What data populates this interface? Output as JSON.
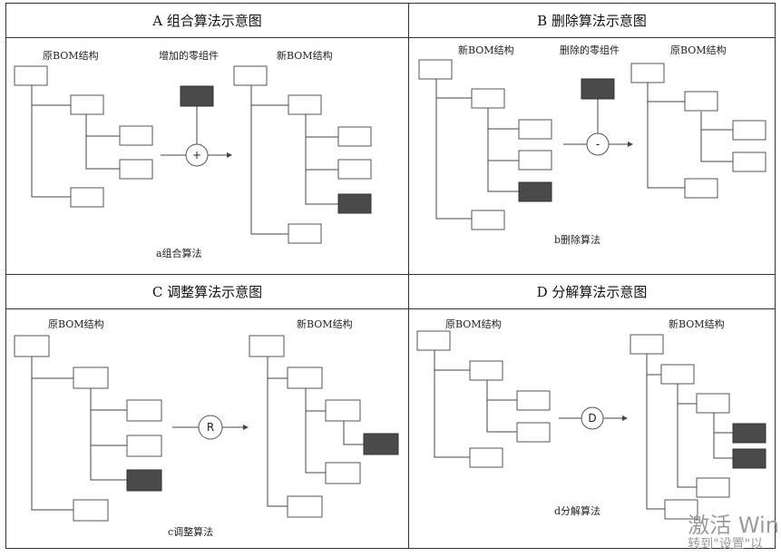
{
  "panels": {
    "a": {
      "title": "A 组合算法示意图",
      "label_original": "原BOM结构",
      "label_added": "增加的零组件",
      "label_new": "新BOM结构",
      "operator": "+",
      "caption": "a组合算法"
    },
    "b": {
      "title": "B 删除算法示意图",
      "label_new": "新BOM结构",
      "label_deleted": "删除的零组件",
      "label_original": "原BOM结构",
      "operator": "-",
      "caption": "b删除算法"
    },
    "c": {
      "title": "C 调整算法示意图",
      "label_original": "原BOM结构",
      "label_new": "新BOM结构",
      "operator": "R",
      "caption": "c调整算法"
    },
    "d": {
      "title": "D 分解算法示意图",
      "label_original": "原BOM结构",
      "label_new": "新BOM结构",
      "operator": "D",
      "caption": "d分解算法"
    }
  },
  "watermark": {
    "line1": "激活 Win",
    "line2": "转到\"设置\"以"
  },
  "colors": {
    "box_fill": "#ffffff",
    "box_stroke": "#555555",
    "highlight_fill": "#4a4a4a",
    "line": "#444444"
  }
}
